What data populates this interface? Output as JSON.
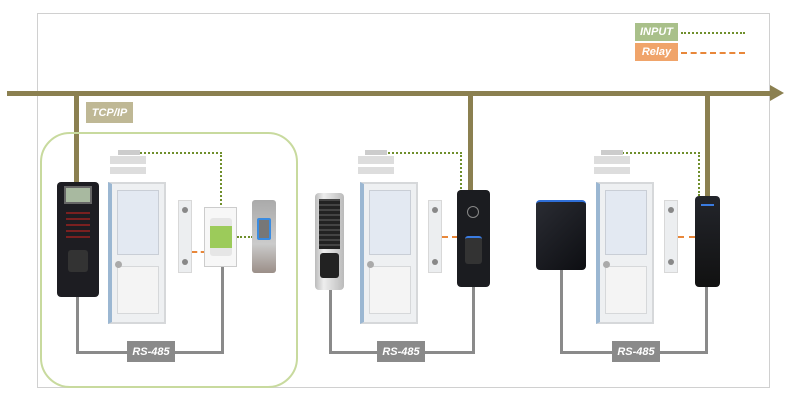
{
  "legend": {
    "input": "INPUT",
    "relay": "Relay"
  },
  "network": {
    "tcpip": "TCP/IP"
  },
  "groups": [
    {
      "bus": "RS-485"
    },
    {
      "bus": "RS-485"
    },
    {
      "bus": "RS-485"
    }
  ],
  "colors": {
    "bus": "#8b8050",
    "input": "#a9c08a",
    "relay": "#f0a46a",
    "rs485": "#8a8a8a",
    "group_border": "#c8da9e"
  }
}
